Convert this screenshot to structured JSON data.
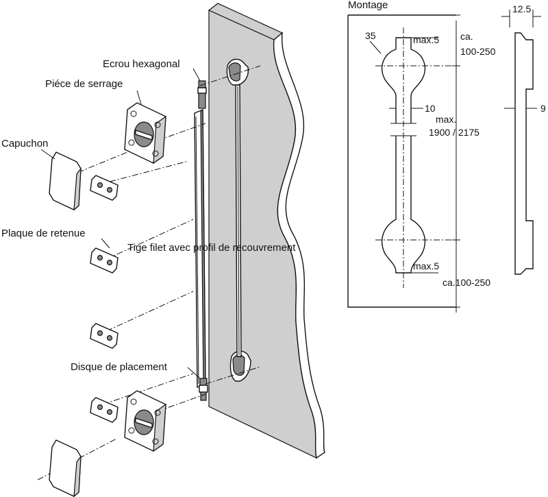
{
  "labels": {
    "ecrou": "Ecrou hexagonal",
    "piece": "Piéce de serrage",
    "capuchon": "Capuchon",
    "plaque": "Plaque de retenue",
    "tige": "Tige filet avec profil de recouvrement",
    "disque": "Disque de placement"
  },
  "montage": {
    "title": "Montage",
    "d35": "35",
    "max5_top": "max.5",
    "ca_top_1": "ca.",
    "ca_top_2": "100-250",
    "d10": "10",
    "max_1": "max.",
    "max_2": "1900 / 2175",
    "max5_bottom": "max.5",
    "ca_bottom": "ca.100-250",
    "d12_5": "12.5",
    "d9": "9"
  }
}
